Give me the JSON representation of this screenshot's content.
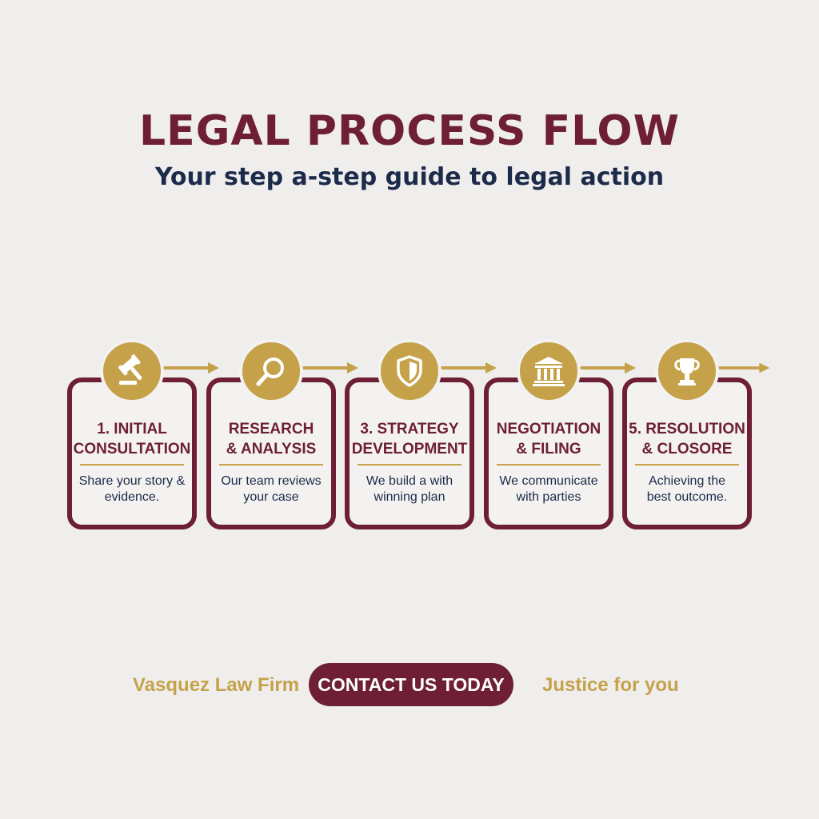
{
  "header": {
    "title": "LEGAL PROCESS FLOW",
    "subtitle": "Your step a-step guide to legal action"
  },
  "steps": [
    {
      "icon": "gavel-icon",
      "title_lines": [
        "1. INITIAL",
        "CONSULTATION"
      ],
      "desc_lines": [
        "Share your story &",
        "evidence."
      ]
    },
    {
      "icon": "magnifier-icon",
      "title_lines": [
        "RESEARCH",
        "& ANALYSIS"
      ],
      "desc_lines": [
        "Our team reviews",
        "your case"
      ]
    },
    {
      "icon": "shield-icon",
      "title_lines": [
        "3. STRATEGY",
        "DEVELOPMENT"
      ],
      "desc_lines": [
        "We build a with",
        "winning plan"
      ]
    },
    {
      "icon": "courthouse-icon",
      "title_lines": [
        "NEGOTIATION",
        "& FILING"
      ],
      "desc_lines": [
        "We communicate",
        "with parties"
      ]
    },
    {
      "icon": "trophy-icon",
      "title_lines": [
        "5. RESOLUTION",
        "& CLOSORE"
      ],
      "desc_lines": [
        "Achieving the",
        "best outcome."
      ]
    }
  ],
  "footer": {
    "brand": "Vasquez Law Firm",
    "cta_label": "CONTACT US TODAY",
    "tagline": "Justice for you"
  },
  "colors": {
    "maroon": "#6e1f35",
    "gold": "#c5a24a",
    "navy": "#1c2b4a",
    "background": "#efeeed"
  }
}
